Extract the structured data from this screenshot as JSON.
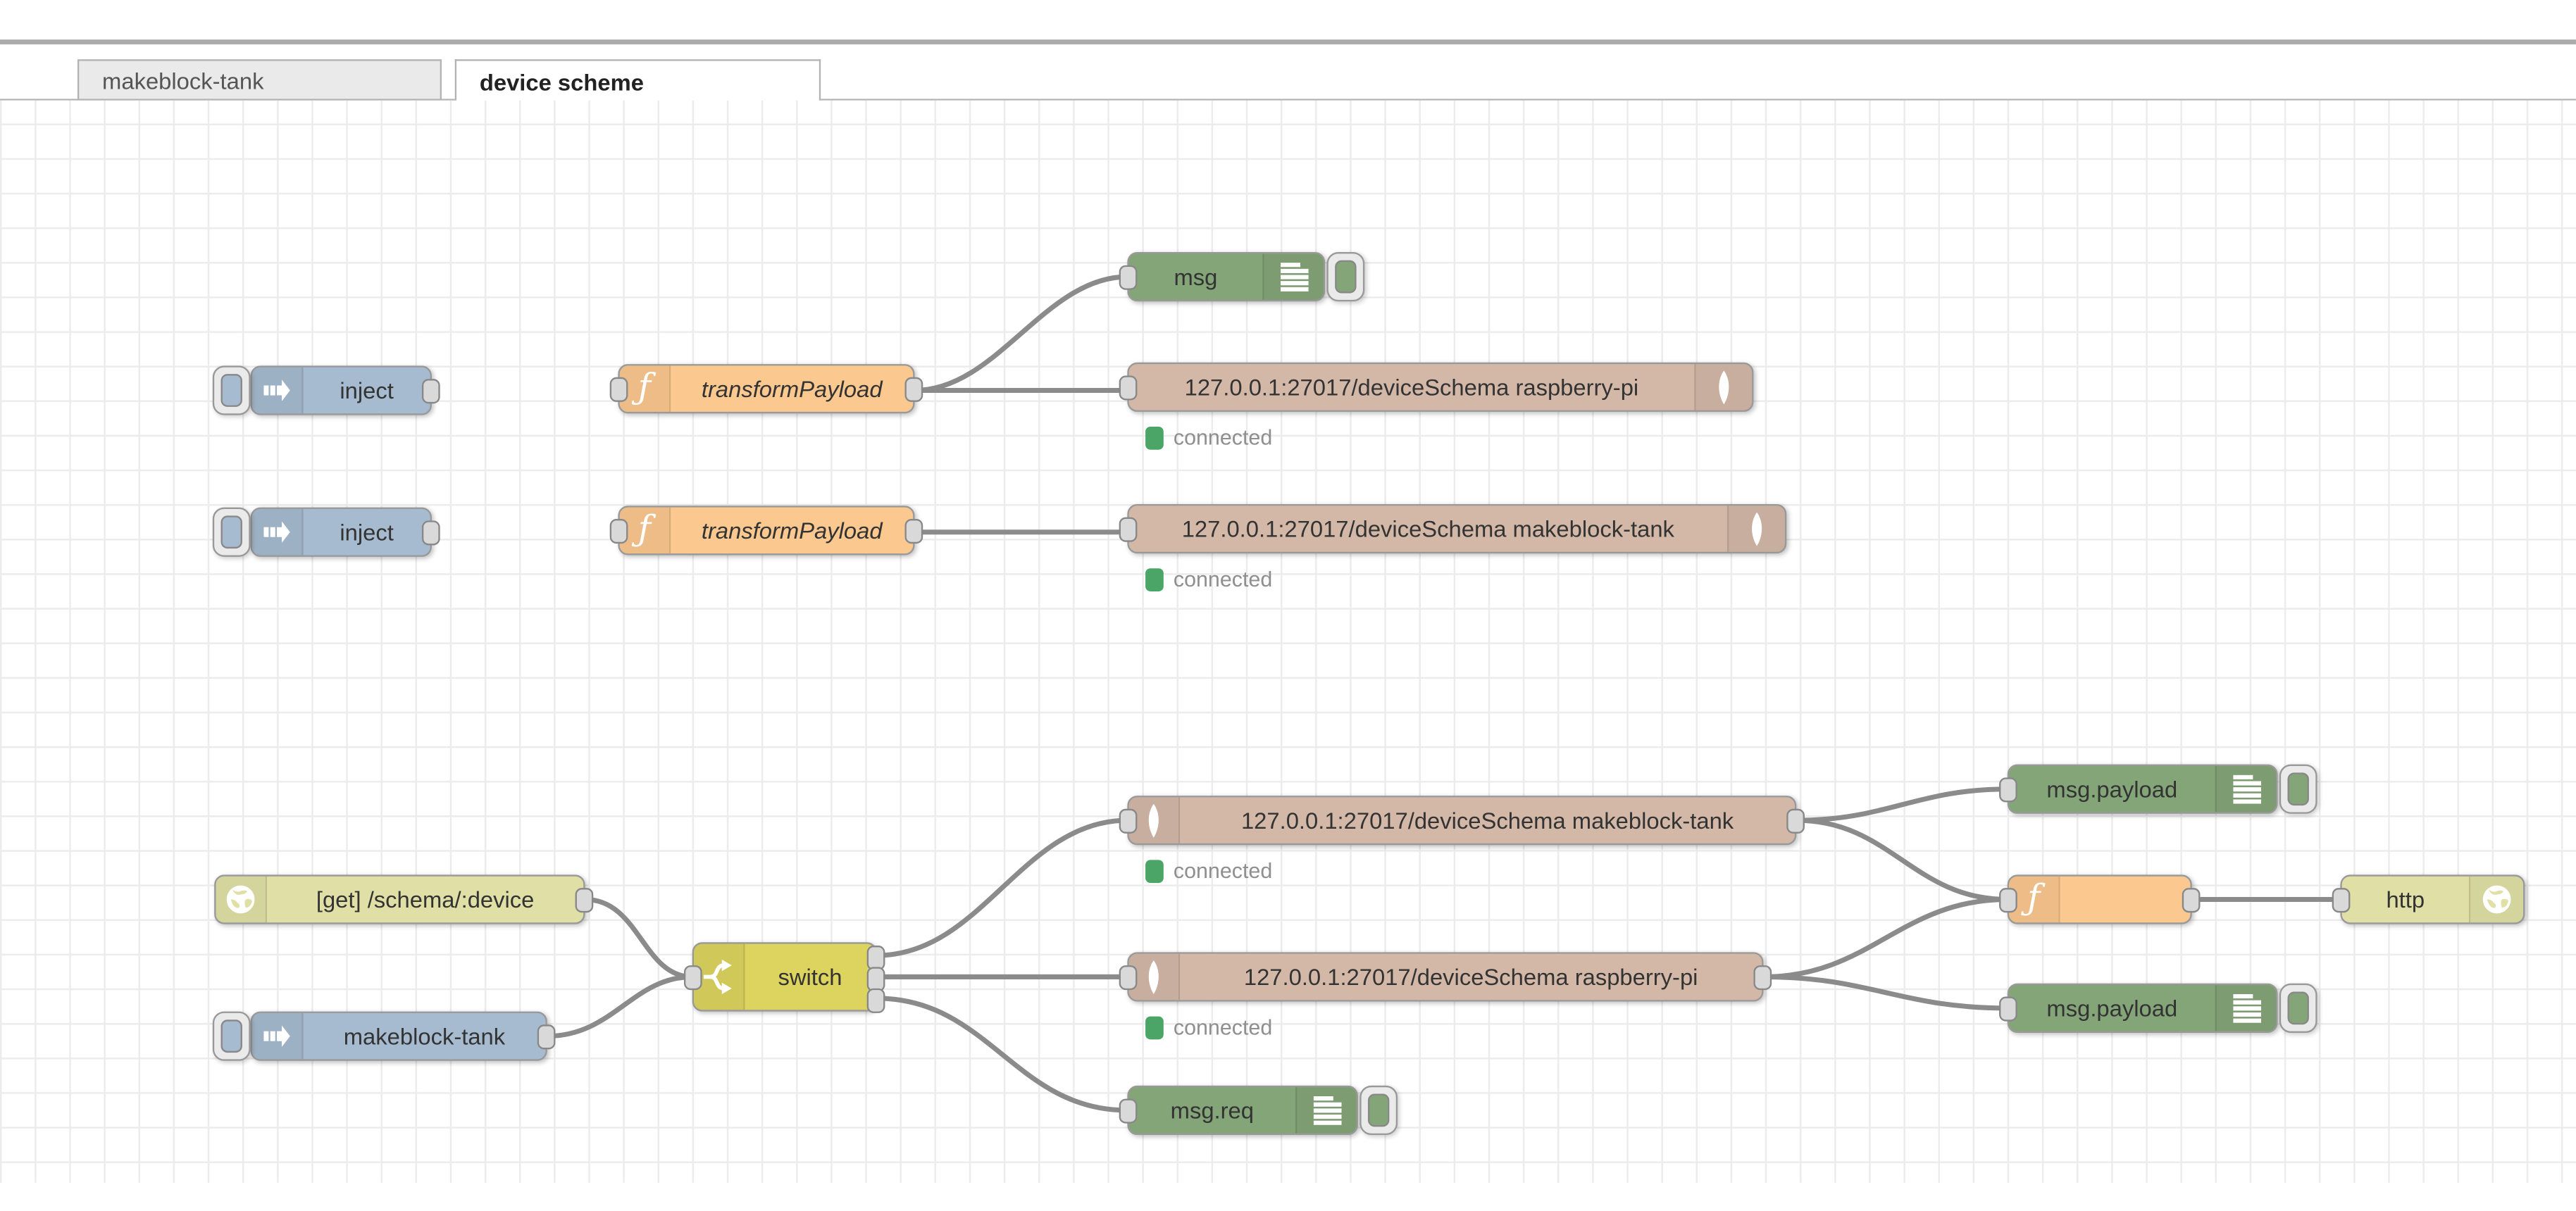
{
  "tabs": {
    "tab1": {
      "label": "makeblock-tank",
      "active": false
    },
    "tab2": {
      "label": "device scheme",
      "active": true
    }
  },
  "palette": {
    "inject": "#a6bbcf",
    "function": "#fbc88f",
    "mongodb": "#d3b8a7",
    "debug": "#84a578",
    "http": "#e0e0a6",
    "switch": "#ddd35f",
    "status_green": "#4ba566",
    "wire": "#8b8b8b"
  },
  "nodes": {
    "debug_msg": {
      "label": "msg"
    },
    "inject1": {
      "label": "inject"
    },
    "transform1": {
      "label": "transformPayload"
    },
    "mongo_out_rpi": {
      "label": "127.0.0.1:27017/deviceSchema raspberry-pi",
      "status": "connected"
    },
    "inject2": {
      "label": "inject"
    },
    "transform2": {
      "label": "transformPayload"
    },
    "mongo_out_mbt": {
      "label": "127.0.0.1:27017/deviceSchema makeblock-tank",
      "status": "connected"
    },
    "debug_payload_top": {
      "label": "msg.payload"
    },
    "mongo_in_mbt": {
      "label": "127.0.0.1:27017/deviceSchema makeblock-tank",
      "status": "connected"
    },
    "http_in": {
      "label": "[get] /schema/:device"
    },
    "function_blank": {
      "label": ""
    },
    "http_response": {
      "label": "http"
    },
    "switch1": {
      "label": "switch"
    },
    "mongo_in_rpi": {
      "label": "127.0.0.1:27017/deviceSchema raspberry-pi",
      "status": "connected"
    },
    "inject_mbt": {
      "label": "makeblock-tank"
    },
    "debug_payload_bot": {
      "label": "msg.payload"
    },
    "debug_req": {
      "label": "msg.req"
    }
  }
}
